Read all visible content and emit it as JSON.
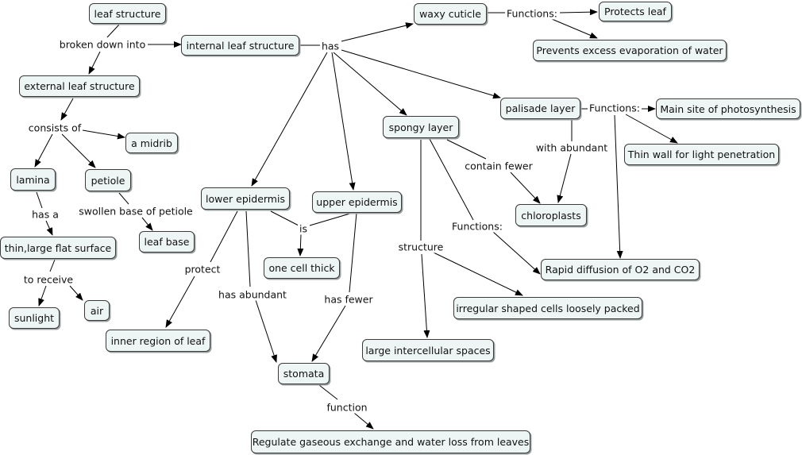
{
  "nodes": {
    "leaf_structure": "leaf structure",
    "internal_leaf_structure": "internal leaf structure",
    "external_leaf_structure": "external leaf structure",
    "waxy_cuticle": "waxy cuticle",
    "protects_leaf": "Protects leaf",
    "prevents_evaporation": "Prevents excess evaporation of water",
    "palisade_layer": "palisade layer",
    "main_site_photosynthesis": "Main site of photosynthesis",
    "thin_wall": "Thin wall for light penetration",
    "spongy_layer": "spongy layer",
    "chloroplasts": "chloroplasts",
    "rapid_diffusion": "Rapid diffusion of O2 and CO2",
    "irregular_cells": "irregular shaped cells loosely packed",
    "large_spaces": "large intercellular spaces",
    "lower_epidermis": "lower epidermis",
    "upper_epidermis": "upper epidermis",
    "one_cell_thick": "one cell thick",
    "stomata": "stomata",
    "regulate": "Regulate gaseous exchange and water loss from leaves",
    "inner_region": "inner region of leaf",
    "a_midrib": "a midrib",
    "lamina": "lamina",
    "petiole": "petiole",
    "leaf_base": "leaf base",
    "flat_surface": "thin,large flat surface",
    "sunlight": "sunlight",
    "air": "air"
  },
  "links": {
    "broken_down_into": "broken down into",
    "has": "has",
    "functions_waxy": "Functions:",
    "functions_palisade": "Functions:",
    "functions_spongy": "Functions:",
    "with_abundant": "with abundant",
    "contain_fewer": "contain fewer",
    "structure": "structure",
    "is": "is",
    "protect": "protect",
    "has_abundant": "has abundant",
    "has_fewer": "has fewer",
    "function": "function",
    "consists_of": "consists of",
    "has_a": "has a",
    "swollen_base": "swollen base of petiole",
    "to_receive": "to receive"
  }
}
